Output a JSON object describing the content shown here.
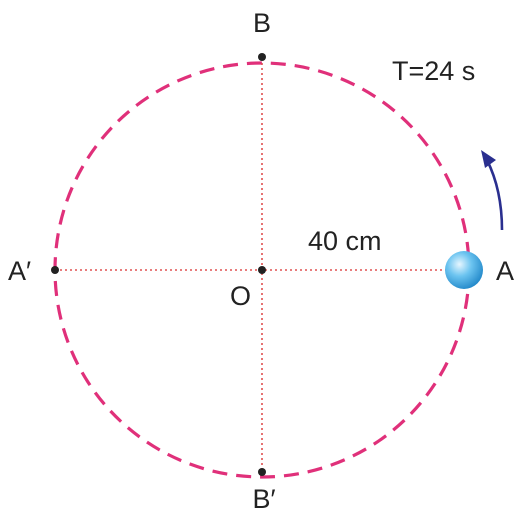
{
  "diagram": {
    "points": {
      "B": "B",
      "B_prime": "B′",
      "A": "A",
      "A_prime": "A′",
      "O": "O"
    },
    "radius_label": "40 cm",
    "period_label": "T=24 s",
    "colors": {
      "circle": "#e0307a",
      "axes": "#e05050",
      "arrow": "#2a2f8f",
      "ball": "#3fa8e0",
      "dot": "#222222"
    }
  }
}
